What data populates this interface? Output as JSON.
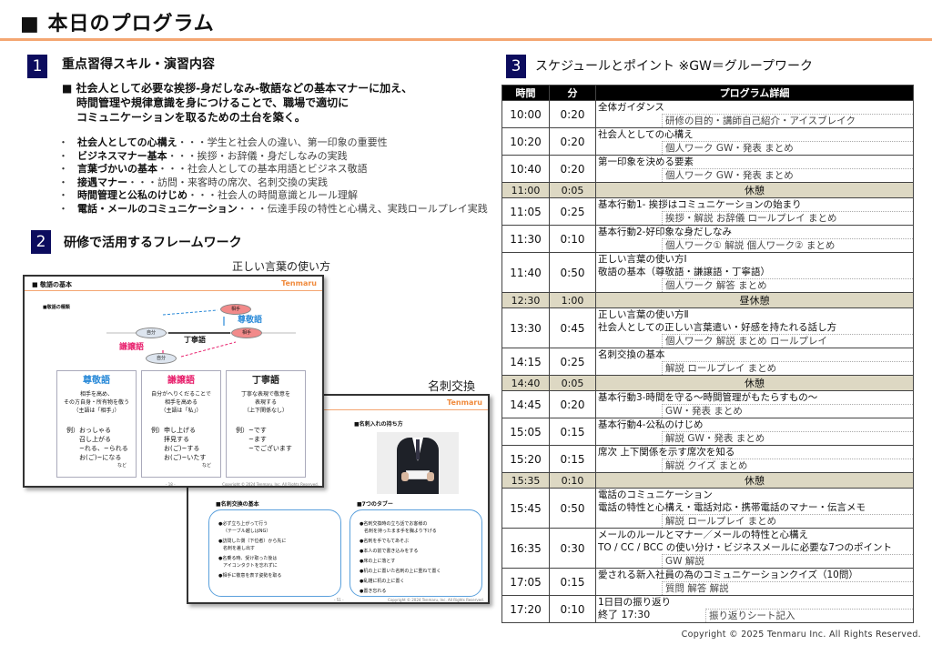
{
  "title": "■ 本日のプログラム",
  "sec1": {
    "num": "1",
    "heading": "重点習得スキル・演習内容",
    "lead": [
      "■ 社会人として必要な挨拶-身だしなみ-敬語などの基本マナーに加え、",
      "時間管理や規律意識を身につけることで、職場で適切に",
      "コミュニケーションを取るための土台を築く。"
    ],
    "bullets": [
      {
        "k": "社会人としての心構え",
        "v": "・・・学生と社会人の違い、第一印象の重要性"
      },
      {
        "k": "ビジネスマナー基本",
        "v": "・・・挨拶・お辞儀・身だしなみの実践"
      },
      {
        "k": "言葉づかいの基本",
        "v": "・・・社会人としての基本用語とビジネス敬語"
      },
      {
        "k": "接遇マナー",
        "v": "・・・訪問・来客時の席次、名刺交換の実践"
      },
      {
        "k": "時間管理と公私のけじめ",
        "v": "・・・社会人の時間意識とルール理解"
      },
      {
        "k": "電話・メールのコミュニケーション",
        "v": "・・・伝達手段の特性と心構え、実践ロールプレイ実践"
      }
    ]
  },
  "sec2": {
    "num": "2",
    "heading": "研修で活用するフレームワーク",
    "label1": "正しい言葉の使い方",
    "label2": "名刺交換",
    "slide1": {
      "title": "■ 敬語の基本",
      "logo": "Tenmaru",
      "sub": "■敬語の種類",
      "aite": "相手",
      "jibun": "自分",
      "sonkei": "尊敬語",
      "kenjo": "謙譲語",
      "teinei": "丁寧語",
      "boxes": [
        {
          "h": "尊敬語",
          "d": [
            "相手を高め、",
            "その方自身・所有物を敬う",
            "（主語は「相手」）"
          ],
          "ex": [
            "例）おっしゃる",
            "　　召し上がる",
            "　　~れる、~られる",
            "　　お(ご)~になる"
          ],
          "etc": "など"
        },
        {
          "h": "謙譲語",
          "d": [
            "自分がへりくだることで",
            "相手を高める",
            "（主語は「私」）"
          ],
          "ex": [
            "例）申し上げる",
            "　　拝見する",
            "　　お(ご)~する",
            "　　お(ご)~いたす"
          ],
          "etc": "など"
        },
        {
          "h": "丁寧語",
          "d": [
            "丁寧な表現で敬意を",
            "表現する",
            "（上下関係なし）"
          ],
          "ex": [
            "例）~です",
            "　　~ます",
            "　　~でございます"
          ],
          "etc": ""
        }
      ],
      "page": "- 18 -",
      "copy": "Copyright © 2024 Tenmaru, Inc. All Rights Reserved."
    },
    "slide2": {
      "logo": "Tenmaru",
      "holder": "■名刺入れの持ち方",
      "basics_title": "■名刺交換の基本",
      "taboo_title": "■7つのタブー",
      "basics": [
        "●必ず立ち上がって行う",
        "（テーブル越しはNG）",
        "●訪問した側（下位者）から先に",
        "名刺を差し出す",
        "●名乗る時、受け取った後は",
        "アイコンタクトを忘れずに",
        "●相手に敬意を表す姿勢を取る"
      ],
      "taboo": [
        "●名刺交換時の立ち話でお客様の",
        "名刺を持ったまま手を胸より下げる",
        "●名刺を手でもてあそぶ",
        "●本人の前で書き込みをする",
        "●床の上に落とす",
        "●机の上に置いた名刺の上に重ねて置く",
        "●乱雑に机の上に置く",
        "●置き忘れる"
      ],
      "page": "- 51 -",
      "copy": "Copyright © 2024 Tenmaru, Inc. All Rights Reserved."
    }
  },
  "sec3": {
    "num": "3",
    "heading": "スケジュールとポイント ※GW＝グループワーク",
    "headers": [
      "時間",
      "分",
      "プログラム詳細"
    ],
    "rows": [
      {
        "t": "10:00",
        "m": "0:20",
        "main": [
          "全体ガイダンス"
        ],
        "sub": "研修の目的・講師自己紹介・アイスブレイク"
      },
      {
        "t": "10:20",
        "m": "0:20",
        "main": [
          "社会人としての心構え"
        ],
        "sub": "個人ワーク GW・発表 まとめ"
      },
      {
        "t": "10:40",
        "m": "0:20",
        "main": [
          "第一印象を決める要素"
        ],
        "sub": "個人ワーク GW・発表 まとめ"
      },
      {
        "t": "11:00",
        "m": "0:05",
        "brk": "休憩"
      },
      {
        "t": "11:05",
        "m": "0:25",
        "main": [
          "基本行動1- 挨拶はコミュニケーションの始まり"
        ],
        "sub": "挨拶・解説 お辞儀 ロールプレイ まとめ"
      },
      {
        "t": "11:30",
        "m": "0:10",
        "main": [
          "基本行動2-好印象な身だしなみ"
        ],
        "sub": "個人ワーク① 解説 個人ワーク② まとめ"
      },
      {
        "t": "11:40",
        "m": "0:50",
        "main": [
          "正しい言葉の使い方Ⅰ",
          "敬語の基本（尊敬語・謙譲語・丁寧語）"
        ],
        "sub": "個人ワーク 解答 まとめ"
      },
      {
        "t": "12:30",
        "m": "1:00",
        "brk": "昼休憩"
      },
      {
        "t": "13:30",
        "m": "0:45",
        "main": [
          "正しい言葉の使い方Ⅱ",
          "社会人としての正しい言葉遣い・好感を持たれる話し方"
        ],
        "sub": "個人ワーク 解説 まとめ ロールプレイ"
      },
      {
        "t": "14:15",
        "m": "0:25",
        "main": [
          "名刺交換の基本"
        ],
        "sub": "解説 ロールプレイ まとめ"
      },
      {
        "t": "14:40",
        "m": "0:05",
        "brk": "休憩"
      },
      {
        "t": "14:45",
        "m": "0:20",
        "main": [
          "基本行動3-時間を守る～時間管理がもたらすもの～"
        ],
        "sub": "GW・発表 まとめ"
      },
      {
        "t": "15:05",
        "m": "0:15",
        "main": [
          "基本行動4-公私のけじめ"
        ],
        "sub": "解説 GW・発表 まとめ"
      },
      {
        "t": "15:20",
        "m": "0:15",
        "main": [
          "席次 上下関係を示す席次を知る"
        ],
        "sub": "解説 クイズ まとめ"
      },
      {
        "t": "15:35",
        "m": "0:10",
        "brk": "休憩"
      },
      {
        "t": "15:45",
        "m": "0:50",
        "main": [
          "電話のコミュニケーション",
          "電話の特性と心構え・電話対応・携帯電話のマナー・伝言メモ"
        ],
        "sub": "解説 ロールプレイ まとめ"
      },
      {
        "t": "16:35",
        "m": "0:30",
        "main": [
          "メールのルールとマナー／メールの特性と心構え",
          "TO / CC / BCC の使い分け・ビジネスメールに必要な7つのポイント"
        ],
        "sub": "GW 解説"
      },
      {
        "t": "17:05",
        "m": "0:15",
        "main": [
          "愛される新入社員の為のコミュニケーションクイズ（10問）"
        ],
        "sub": "質問 解答 解説"
      },
      {
        "t": "17:20",
        "m": "0:10",
        "main": [
          "1日目の振り返り"
        ],
        "end": "終了 17:30",
        "sub": "振り返りシート記入"
      }
    ]
  },
  "copyright": "Copyright © 2025 Tenmaru Inc. All Rights Reserved.",
  "colors": {
    "accent": "#f4a672",
    "navy": "#0c0c5e",
    "break_bg": "#ddd8c3",
    "sonkei": "#2a8ad8",
    "kenjo": "#e8226e"
  }
}
